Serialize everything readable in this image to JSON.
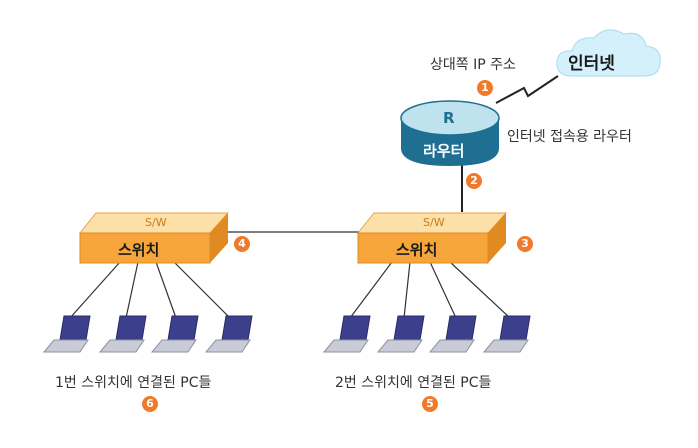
{
  "internet": {
    "label": "인터넷",
    "peer_ip_label": "상대쪽 IP 주소"
  },
  "router": {
    "letter": "R",
    "name": "라우터",
    "caption": "인터넷 접속용 라우터"
  },
  "switches": [
    {
      "tag": "S/W",
      "name": "스위치"
    },
    {
      "tag": "S/W",
      "name": "스위치"
    }
  ],
  "pc_groups": [
    {
      "caption": "1번 스위치에 연결된 PC들"
    },
    {
      "caption": "2번 스위치에 연결된 PC들"
    }
  ],
  "badges": {
    "b1": "1",
    "b2": "2",
    "b3": "3",
    "b4": "4",
    "b5": "5",
    "b6": "6"
  },
  "colors": {
    "accent": "#f07a2a",
    "cloud": "#d4f0fb",
    "router_top": "#bfe2ef",
    "router_body": "#1f6f92",
    "switch_top": "#fde0a8",
    "switch_front": "#f6a53a",
    "laptop": "#3b3f8c"
  }
}
